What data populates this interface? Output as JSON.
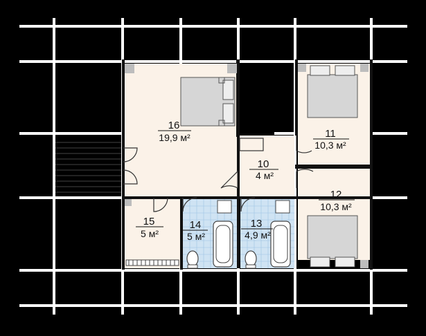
{
  "plan": {
    "colors": {
      "background": "#000000",
      "room_fill": "#fbf2e8",
      "wet_tile": "#cfe3f3",
      "furniture": "#d6d6d6",
      "wall": "#111111",
      "log_grid": "#ffffff"
    },
    "rooms": [
      {
        "id": "16",
        "number": "16",
        "area": "19,9 м²"
      },
      {
        "id": "11",
        "number": "11",
        "area": "10,3 м²"
      },
      {
        "id": "10",
        "number": "10",
        "area": "4 м²"
      },
      {
        "id": "12",
        "number": "12",
        "area": "10,3 м²"
      },
      {
        "id": "15",
        "number": "15",
        "area": "5 м²"
      },
      {
        "id": "14",
        "number": "14",
        "area": "5 м²"
      },
      {
        "id": "13",
        "number": "13",
        "area": "4,9 м²"
      }
    ],
    "furniture": [
      {
        "type": "double-bed",
        "room": "16"
      },
      {
        "type": "double-bed",
        "room": "11"
      },
      {
        "type": "double-bed",
        "room": "12"
      },
      {
        "type": "bathtub",
        "room": "14"
      },
      {
        "type": "toilet",
        "room": "14"
      },
      {
        "type": "bathtub",
        "room": "13"
      },
      {
        "type": "toilet",
        "room": "13"
      },
      {
        "type": "radiator",
        "room": "15"
      }
    ],
    "features": [
      {
        "type": "staircase"
      }
    ]
  }
}
